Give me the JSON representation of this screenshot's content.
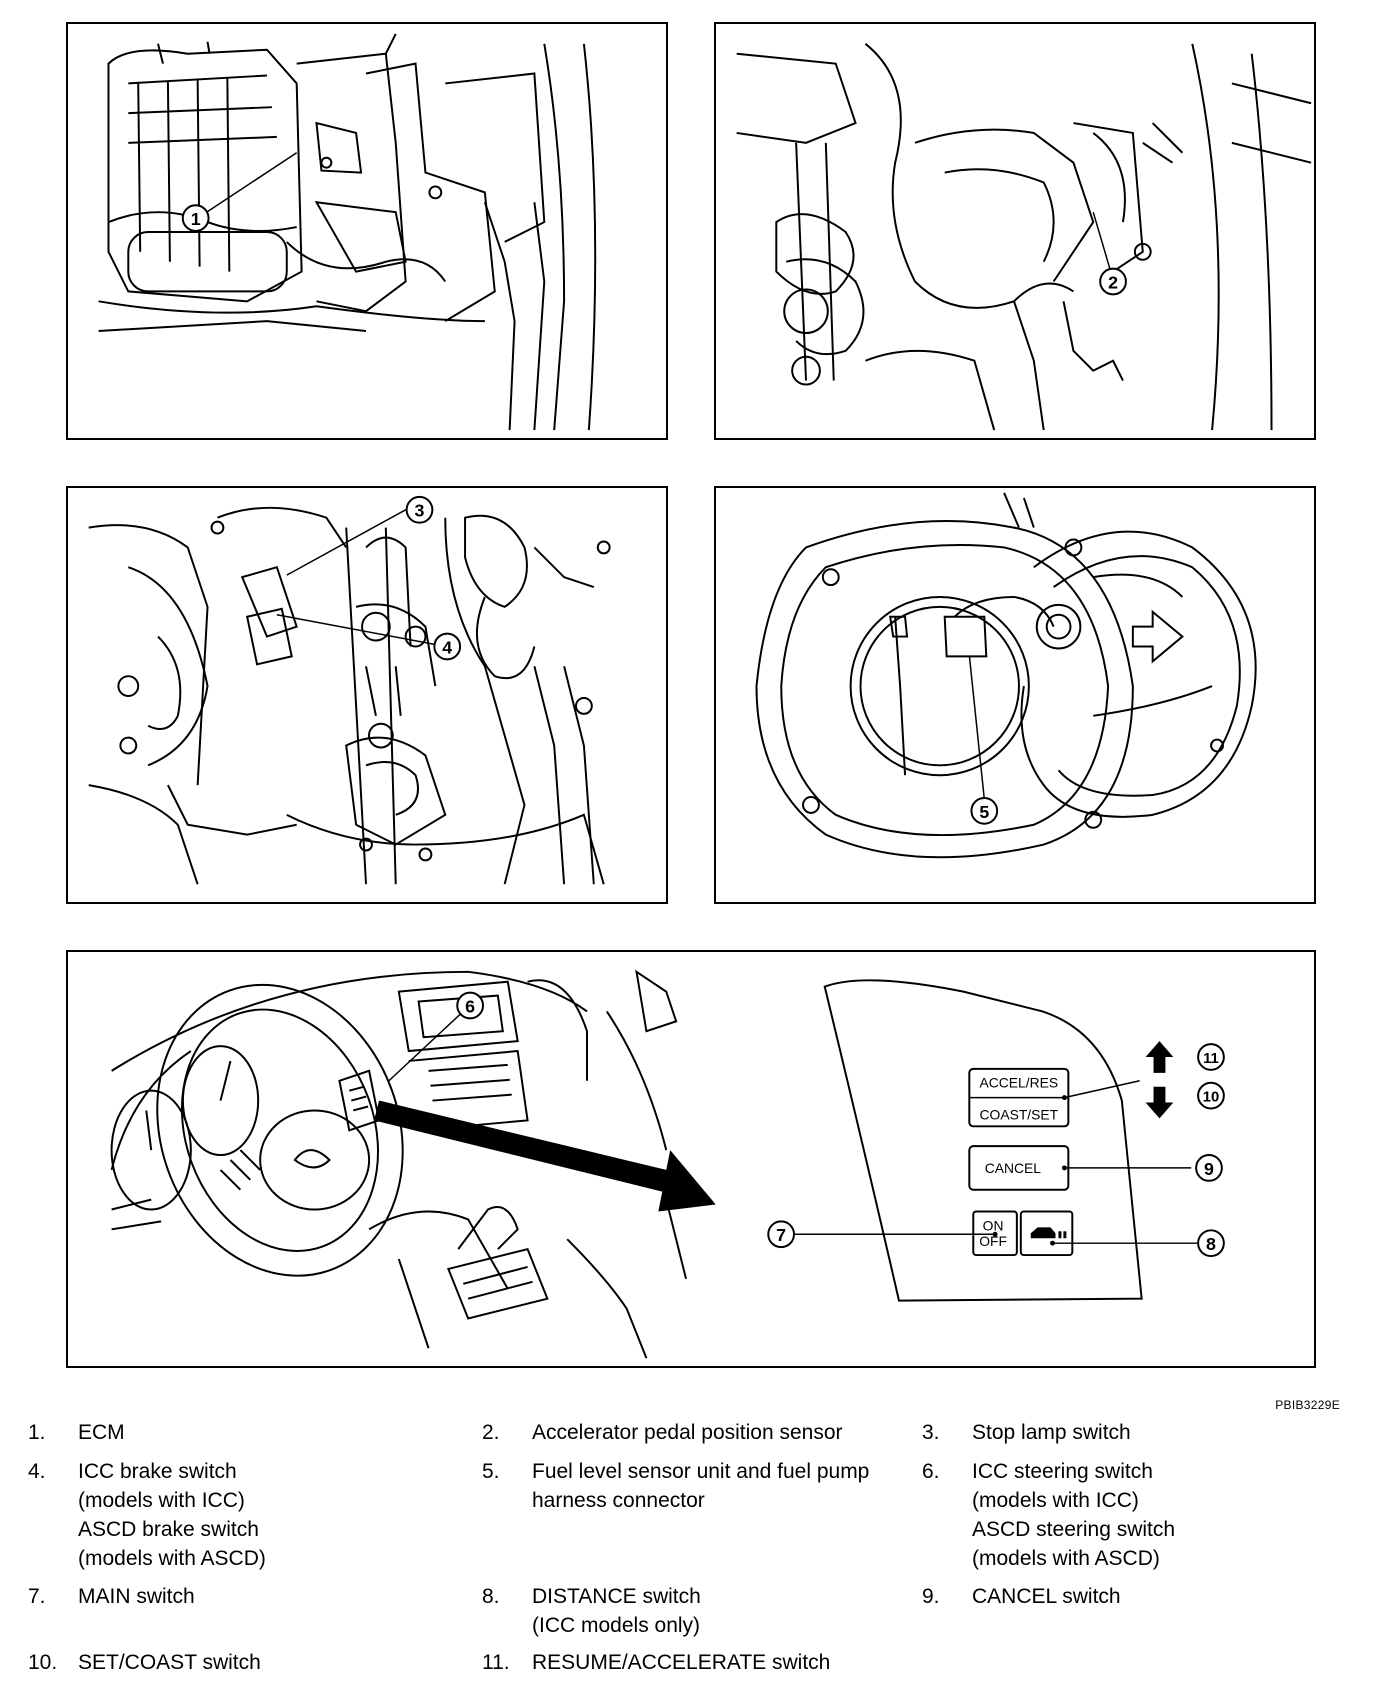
{
  "figure_code": "PBIB3229E",
  "callouts": {
    "c1": "1",
    "c2": "2",
    "c3": "3",
    "c4": "4",
    "c5": "5",
    "c6": "6",
    "c7": "7",
    "c8": "8",
    "c9": "9",
    "c10": "10",
    "c11": "11"
  },
  "switch_panel": {
    "accel_res": "ACCEL/RES",
    "coast_set": "COAST/SET",
    "cancel": "CANCEL",
    "on": "ON",
    "off": "OFF"
  },
  "legend": [
    {
      "num": "1.",
      "text": "ECM"
    },
    {
      "num": "2.",
      "text": "Accelerator pedal position sensor"
    },
    {
      "num": "3.",
      "text": "Stop lamp switch"
    },
    {
      "num": "4.",
      "text": "ICC brake switch\n(models with ICC)\nASCD brake switch\n(models with ASCD)"
    },
    {
      "num": "5.",
      "text": "Fuel level sensor unit and fuel pump\nharness connector"
    },
    {
      "num": "6.",
      "text": "ICC steering switch\n(models with ICC)\nASCD steering switch\n(models with ASCD)"
    },
    {
      "num": "7.",
      "text": "MAIN switch"
    },
    {
      "num": "8.",
      "text": "DISTANCE switch\n(ICC models only)"
    },
    {
      "num": "9.",
      "text": "CANCEL switch"
    },
    {
      "num": "10.",
      "text": "SET/COAST switch"
    },
    {
      "num": "11.",
      "text": "RESUME/ACCELERATE switch"
    }
  ]
}
